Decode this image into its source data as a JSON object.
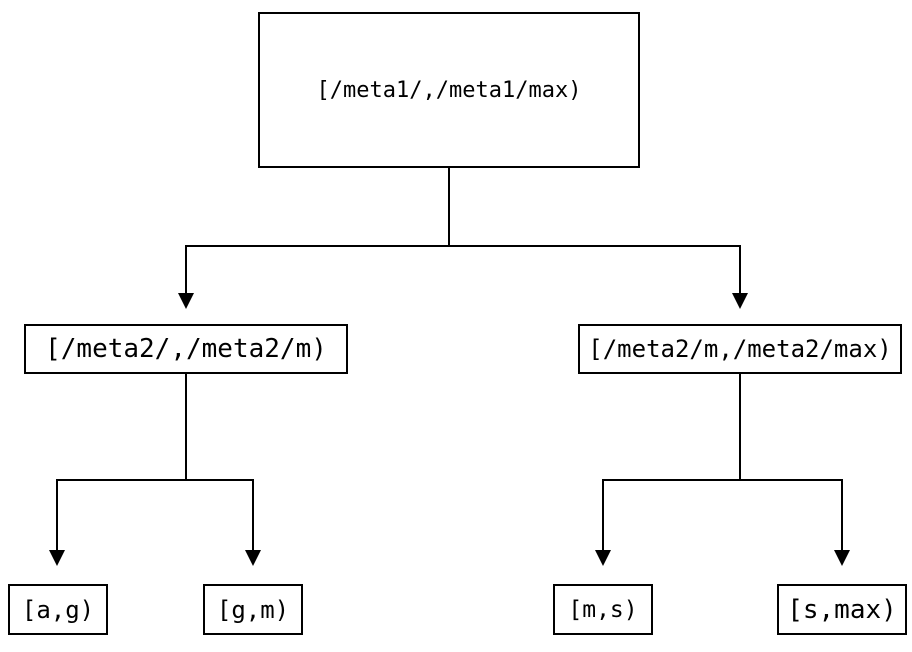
{
  "diagram": {
    "type": "tree",
    "background_color": "#ffffff",
    "line_color": "#000000",
    "node_border_color": "#000000",
    "node_fill_color": "#ffffff",
    "nodes": {
      "root": {
        "label": "[/meta1/,/meta1/max)"
      },
      "l2_left": {
        "label": "[/meta2/,/meta2/m)"
      },
      "l2_right": {
        "label": "[/meta2/m,/meta2/max)"
      },
      "leaf_ag": {
        "label": "[a,g)"
      },
      "leaf_gm": {
        "label": "[g,m)"
      },
      "leaf_ms": {
        "label": "[m,s)"
      },
      "leaf_smax": {
        "label": "[s,max)"
      }
    },
    "edges": [
      {
        "from": "[/meta1/,/meta1/max)",
        "to": "[/meta2/,/meta2/m)"
      },
      {
        "from": "[/meta1/,/meta1/max)",
        "to": "[/meta2/m,/meta2/max)"
      },
      {
        "from": "[/meta2/,/meta2/m)",
        "to": "[a,g)"
      },
      {
        "from": "[/meta2/,/meta2/m)",
        "to": "[g,m)"
      },
      {
        "from": "[/meta2/m,/meta2/max)",
        "to": "[m,s)"
      },
      {
        "from": "[/meta2/m,/meta2/max)",
        "to": "[s,max)"
      }
    ]
  }
}
